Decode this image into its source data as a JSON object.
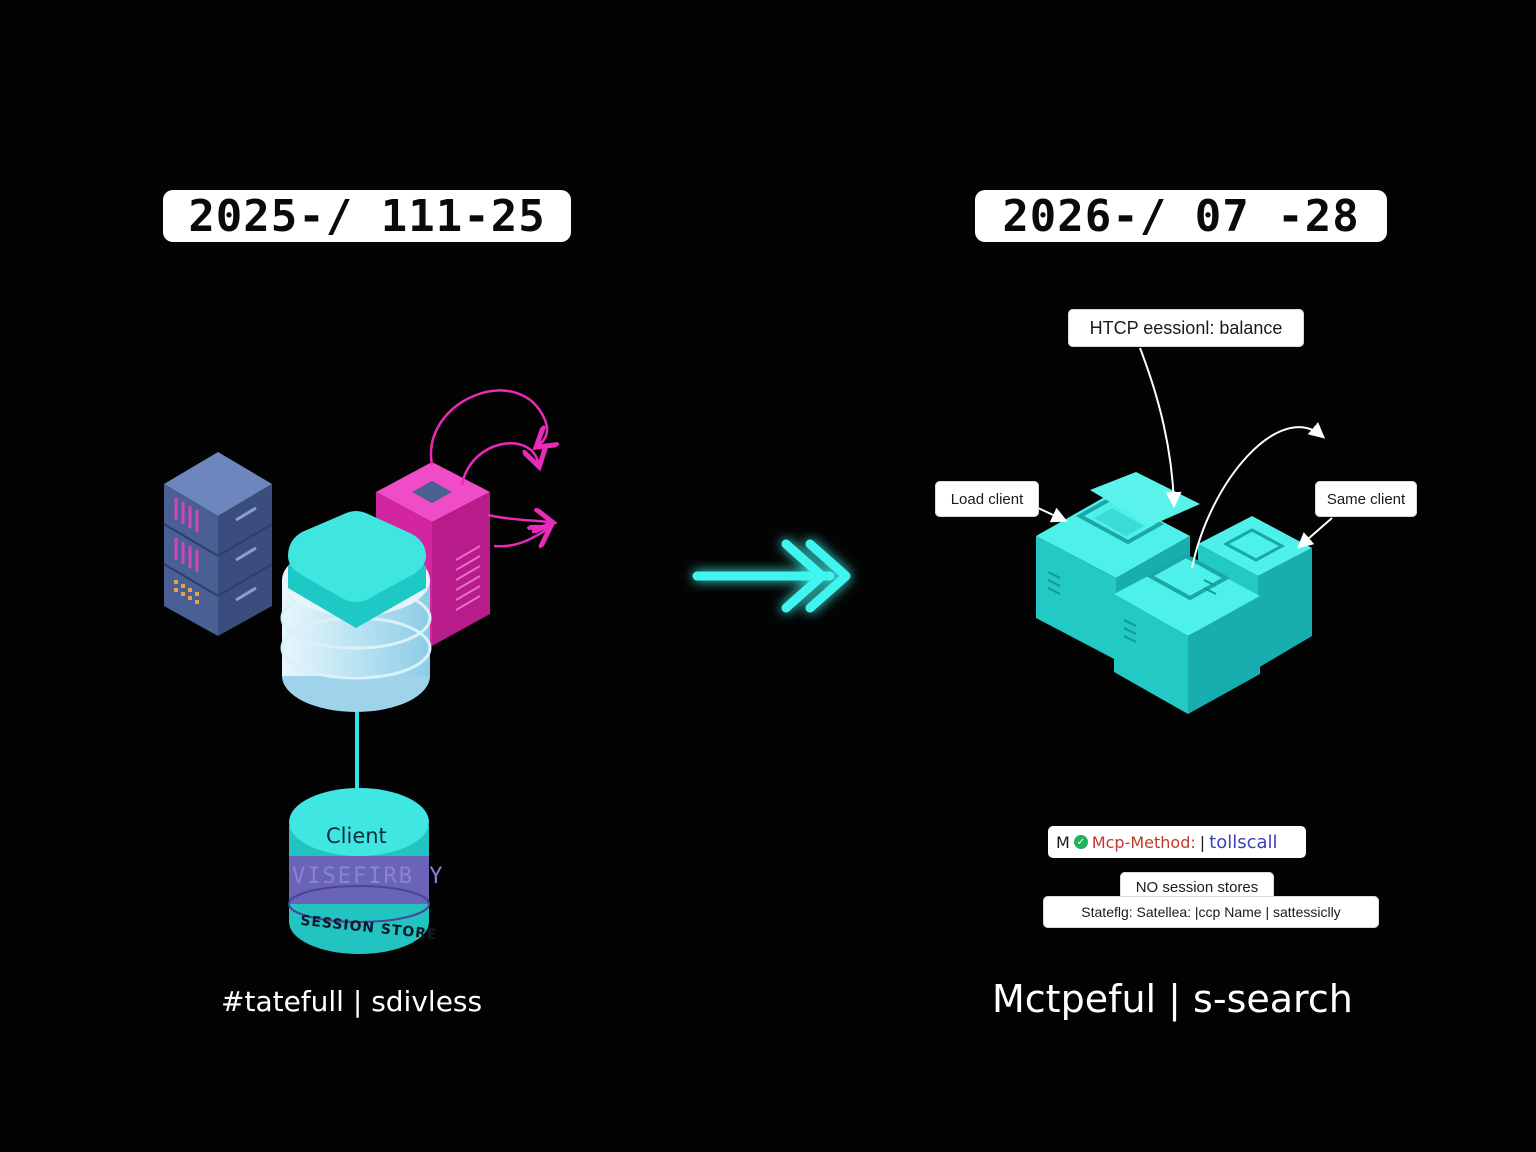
{
  "left_panel": {
    "date": "2025-/ 111-25",
    "client_label": "Client",
    "store_stripe_text": "VISEFIRB Y",
    "store_label": "SESSION STORE",
    "caption": "#tatefull | sdivless"
  },
  "right_panel": {
    "date": "2026-/ 07 -28",
    "callout_top": "HTCP eessionl: balance",
    "callout_left": "Load client",
    "callout_right": "Same client",
    "mcp_header": {
      "prefix": "M",
      "method_key": "Mcp-Method:",
      "separator": "|",
      "method_value": "tollscall"
    },
    "note_1": "NO session stores",
    "note_2": "Stateflg: Satellea: |ccp Name | sattessiclly",
    "caption": "Mctpeful | s-search"
  },
  "colors": {
    "background": "#030303",
    "cyan": "#2ee6e6",
    "magenta": "#e92bb9",
    "slate": "#5068a0",
    "arrow_glow": "#3ff5f0"
  },
  "icons": {
    "transition_arrow": "double-chevron-arrow-icon",
    "check": "check-circle-icon"
  }
}
